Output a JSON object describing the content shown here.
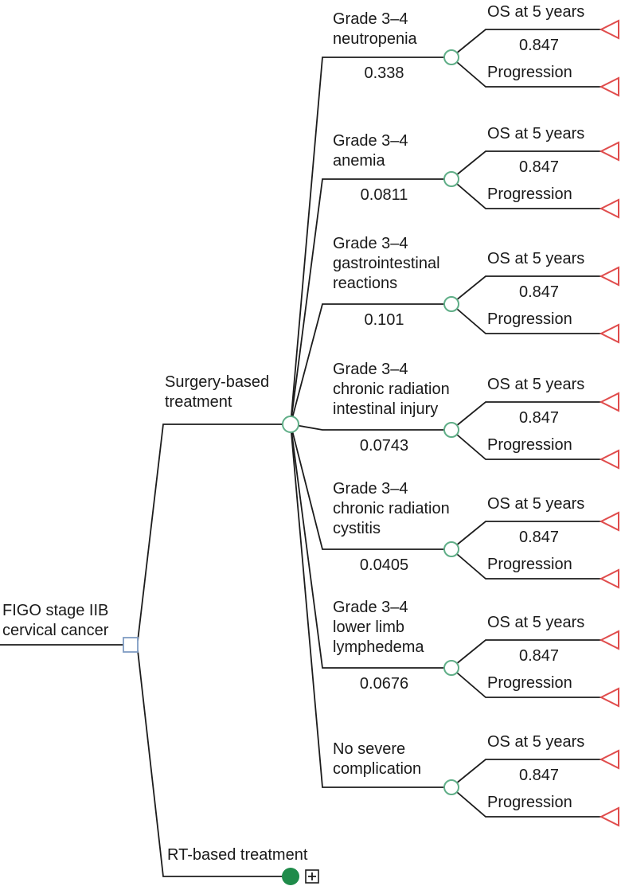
{
  "colors": {
    "background": "#ffffff",
    "line": "#1c1c1c",
    "text": "#1a1a1a",
    "decision_node_outline": "#7f9cc3",
    "chance_node_outline": "#5fae87",
    "terminal_node_outline": "#e04c4c",
    "collapsed_node_fill": "#1f8b4a"
  },
  "root": {
    "node_type": "decision",
    "lines": [
      "FIGO stage IIB",
      "cervical cancer"
    ]
  },
  "surgery": {
    "node_type": "chance",
    "lines": [
      "Surgery-based",
      "treatment"
    ],
    "branches": [
      {
        "lines": [
          "Grade 3–4",
          "neutropenia"
        ],
        "probability": "0.338",
        "outcomes": [
          {
            "label": "OS at 5 years",
            "probability": "0.847"
          },
          {
            "label": "Progression"
          }
        ]
      },
      {
        "lines": [
          "Grade 3–4",
          "anemia"
        ],
        "probability": "0.0811",
        "outcomes": [
          {
            "label": "OS at 5 years",
            "probability": "0.847"
          },
          {
            "label": "Progression"
          }
        ]
      },
      {
        "lines": [
          "Grade 3–4",
          "gastrointestinal",
          "reactions"
        ],
        "probability": "0.101",
        "outcomes": [
          {
            "label": "OS at 5 years",
            "probability": "0.847"
          },
          {
            "label": "Progression"
          }
        ]
      },
      {
        "lines": [
          "Grade 3–4",
          "chronic radiation",
          "intestinal injury"
        ],
        "probability": "0.0743",
        "outcomes": [
          {
            "label": "OS at 5 years",
            "probability": "0.847"
          },
          {
            "label": "Progression"
          }
        ]
      },
      {
        "lines": [
          "Grade 3–4",
          "chronic radiation",
          "cystitis"
        ],
        "probability": "0.0405",
        "outcomes": [
          {
            "label": "OS at 5 years",
            "probability": "0.847"
          },
          {
            "label": "Progression"
          }
        ]
      },
      {
        "lines": [
          "Grade 3–4",
          "lower limb",
          "lymphedema"
        ],
        "probability": "0.0676",
        "outcomes": [
          {
            "label": "OS at 5 years",
            "probability": "0.847"
          },
          {
            "label": "Progression"
          }
        ]
      },
      {
        "lines": [
          "No severe",
          "complication"
        ],
        "probability": "",
        "outcomes": [
          {
            "label": "OS at 5 years",
            "probability": "0.847"
          },
          {
            "label": "Progression"
          }
        ]
      }
    ]
  },
  "rt": {
    "node_type": "chance-collapsed",
    "label": "RT-based treatment",
    "expand_symbol": "+"
  }
}
